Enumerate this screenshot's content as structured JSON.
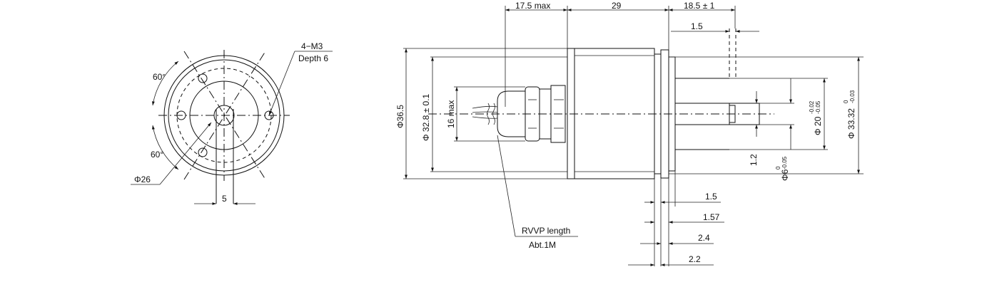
{
  "front_view": {
    "angle_top": "60°",
    "angle_bottom": "60°",
    "thread_spec": "4−M3",
    "thread_depth": "Depth 6",
    "bolt_circle": "Φ26",
    "flat_width": "5"
  },
  "side_view": {
    "cable_length_max": "17.5 max",
    "body_length": "29",
    "shaft_length": "18.5 ± 1",
    "key_offset": "1.5",
    "outer_dia": "Φ36.5",
    "pilot_dia": "Φ 32.8 ± 0.1",
    "cable_gland_height": "16 max",
    "shaft_dia": "Φ6",
    "shaft_tol_upper": "0",
    "shaft_tol_lower": "-0.05",
    "flat_depth": "1.2",
    "boss_dia": "Φ 20",
    "boss_tol_upper": "-0.02",
    "boss_tol_lower": "-0.05",
    "flange_dia": "Φ 33.32",
    "flange_tol_upper": "0",
    "flange_tol_lower": "-0.03",
    "dim_flange_1": "1.5",
    "dim_flange_2": "1.57",
    "dim_flange_3": "2.4",
    "dim_flange_4": "2.2",
    "cable_type": "RVVP length",
    "cable_len": "Abt.1M"
  }
}
